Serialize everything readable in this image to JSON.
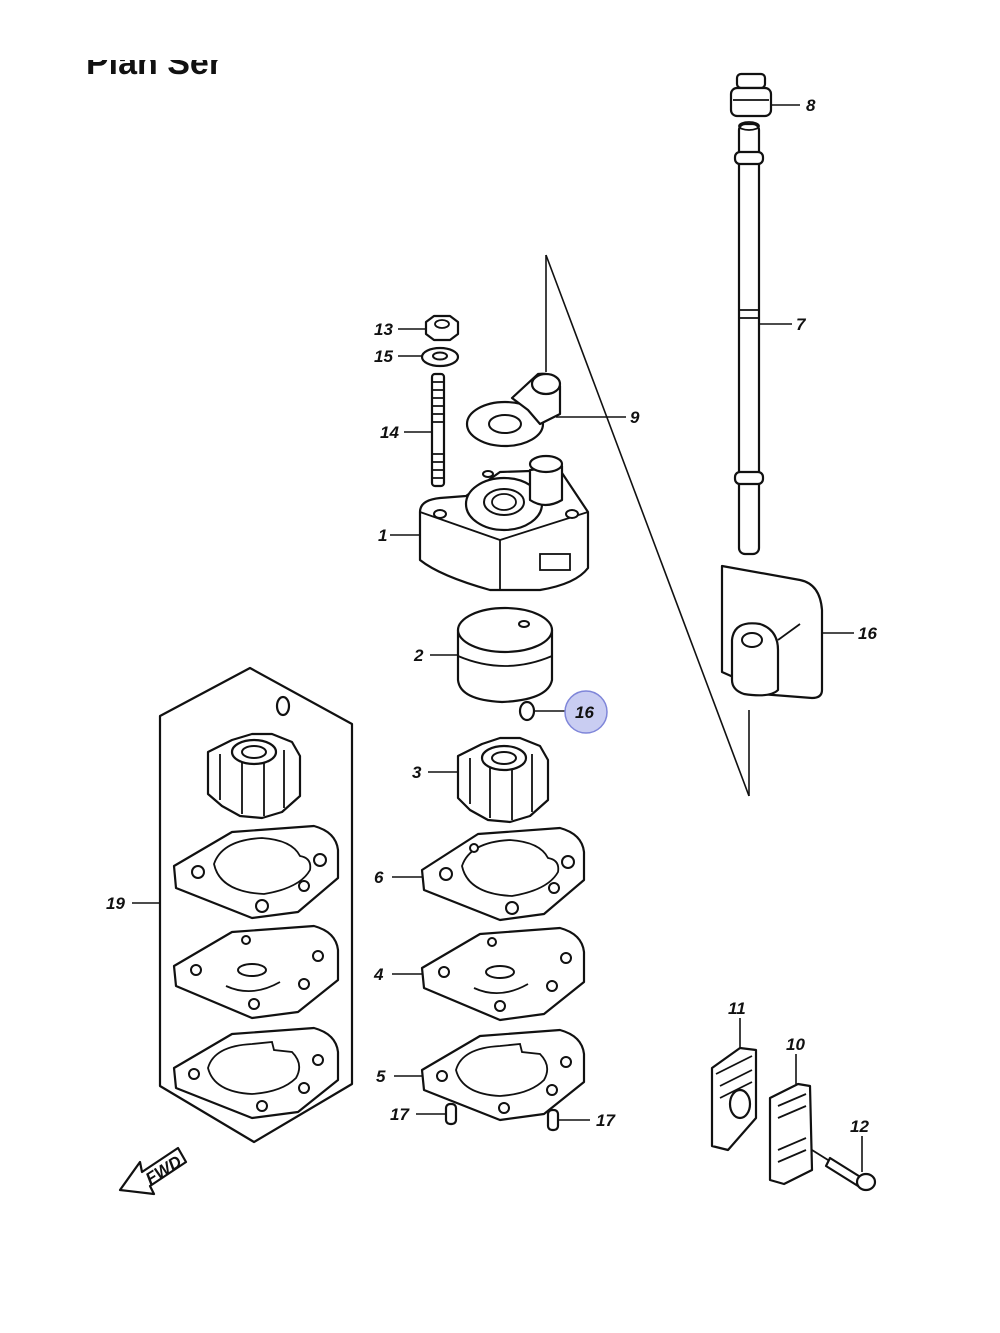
{
  "title_fragment": "Plan Ser",
  "fwd_label": "FWD",
  "callouts": {
    "c1": "1",
    "c2": "2",
    "c3": "3",
    "c4": "4",
    "c5": "5",
    "c6": "6",
    "c7": "7",
    "c8": "8",
    "c9": "9",
    "c10": "10",
    "c11": "11",
    "c12": "12",
    "c13": "13",
    "c14": "14",
    "c15": "15",
    "c16_cam": "16",
    "c16_key": "16",
    "c17_left": "17",
    "c17_right": "17",
    "c19": "19"
  },
  "colors": {
    "highlight_fill": "#c9cdf2",
    "highlight_stroke": "#7f86d9",
    "ink": "#111111"
  }
}
